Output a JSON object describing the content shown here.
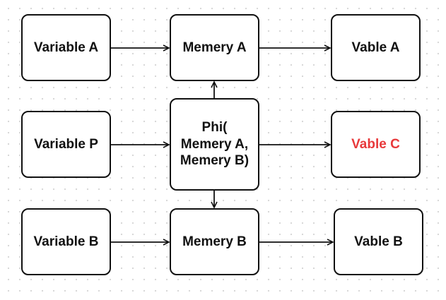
{
  "nodes": {
    "variable_a": "Variable A",
    "variable_p": "Variable P",
    "variable_b": "Variable B",
    "memery_a": "Memery A",
    "phi": "Phi(\nMemery A,\nMemery B)",
    "memery_b": "Memery B",
    "vable_a": "Vable A",
    "vable_c": "Vable C",
    "vable_b": "Vable B"
  },
  "edges": [
    [
      "variable_a",
      "memery_a"
    ],
    [
      "variable_p",
      "phi"
    ],
    [
      "variable_b",
      "memery_b"
    ],
    [
      "memery_a",
      "vable_a"
    ],
    [
      "phi",
      "vable_c"
    ],
    [
      "memery_b",
      "vable_b"
    ],
    [
      "phi",
      "memery_a"
    ],
    [
      "phi",
      "memery_b"
    ]
  ],
  "colors": {
    "stroke": "#111111",
    "highlight_text": "#e8393b",
    "dot_grid": "#d6d6d6"
  }
}
